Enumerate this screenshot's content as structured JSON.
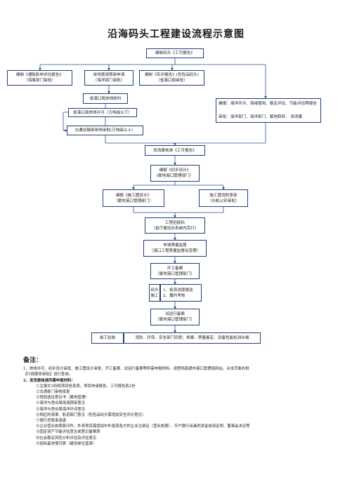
{
  "title": "沿海码头工程建设流程示意图",
  "boxes": {
    "b1": "编制码头《工可报告》",
    "b2a": "编制《通航影响评估报告》",
    "b2b": "（海事部门审批）",
    "b3a": "岸线使用预审申请",
    "b3b": "（海洋部门审批）",
    "b4a": "编制《安评报告》(危险品码头)",
    "b4b": "（省港口局审批）",
    "b5": "省港口局岸线核科",
    "b6": "省港口局岸线许可（万吨级以下）",
    "b7": "交通运输部岸线审批(万吨级以上）",
    "b8a": "编报：海洋环评、海域使用、稳定评估、节能评估等报告",
    "b8b": "审批：海洋部门、海洋部门、属地政府、  发改委",
    "b9": "发改委核准《工可报告》",
    "b10a": "编报《初步设计》",
    "b10b": "(属地港口管理部门）",
    "b11a": "编报《施工图设计》",
    "b11b": "（属地港口管理部门）",
    "b12a": "施工图消防意审",
    "b12b": "（长航公安审批）",
    "b13a": "工程招投标",
    "b13b": "（省厅建设办系统内完行）",
    "b14a": "申请质量监督",
    "b14b": "（港口工程质量监督站受理）",
    "b15a": "开工备案",
    "b15b": "（属地港口管理部门）",
    "b16a": "码头",
    "b16b": "施工",
    "b17a": "1、投资进度报送",
    "b17b": "2、履约考核",
    "b18a": "试运行备案",
    "b18b": "（属地港口管理部门）",
    "b19": "竣工验收",
    "b20": "消防、环保、安全部门同意；档案、质量鉴定、设备性能检测合格"
  },
  "notes": {
    "heading": "备注：",
    "item1a": "1、岸线许可、初步设计审批、施工图设计审批、开工备案、试运行备案等所需申报材料，请登陆南通市港口管理局网站，点击页面右侧",
    "item1b": "【行政服务审批】进行查询。",
    "item2": "2、发改委核准所需申报材料：",
    "list": [
      "①主报文2份和项目信息表，项目申请报告、工可报告各2份",
      "②交通部门审核批复",
      "③规划选址意见书（属地管理）",
      "④海洋与渔业局用海预审意见",
      "⑤海洋与渔业局海洋环评意见",
      "⑥相应的海事、航道部门意见（危险品码头需增加安全评价意见）",
      "⑦银行贷款承诺函",
      "⑧企业营业执照复印件，外资项目需增加中外投资各方的企业注册证（营业执照）、开户银行出具的资金信用证明、董事会决议等",
      "⑨固定资产节能评估意见或登记备案表",
      "⑩社会稳定风险分析评估及评估意见",
      "⑪招标基本情况表（建设单位盖章）"
    ]
  }
}
